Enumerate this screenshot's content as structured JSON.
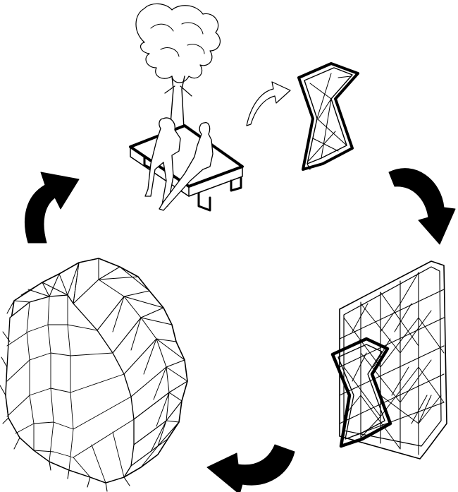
{
  "diagram": {
    "description_free": true,
    "panels": [
      {
        "id": "bench-scene",
        "icon": "bench-with-tree-icon"
      },
      {
        "id": "single-module",
        "icon": "truss-module-icon"
      },
      {
        "id": "facade-panel",
        "icon": "truss-panel-icon"
      },
      {
        "id": "pavilion",
        "icon": "truss-pavilion-icon"
      }
    ],
    "arrows": [
      {
        "id": "arrow-top-left",
        "icon": "curved-arrow-icon"
      },
      {
        "id": "arrow-top-right",
        "icon": "curved-arrow-icon"
      },
      {
        "id": "arrow-bottom",
        "icon": "curved-arrow-icon"
      },
      {
        "id": "arrow-small",
        "icon": "curved-arrow-outline-icon"
      }
    ],
    "colors": {
      "ink": "#000000",
      "paper": "#ffffff"
    }
  }
}
